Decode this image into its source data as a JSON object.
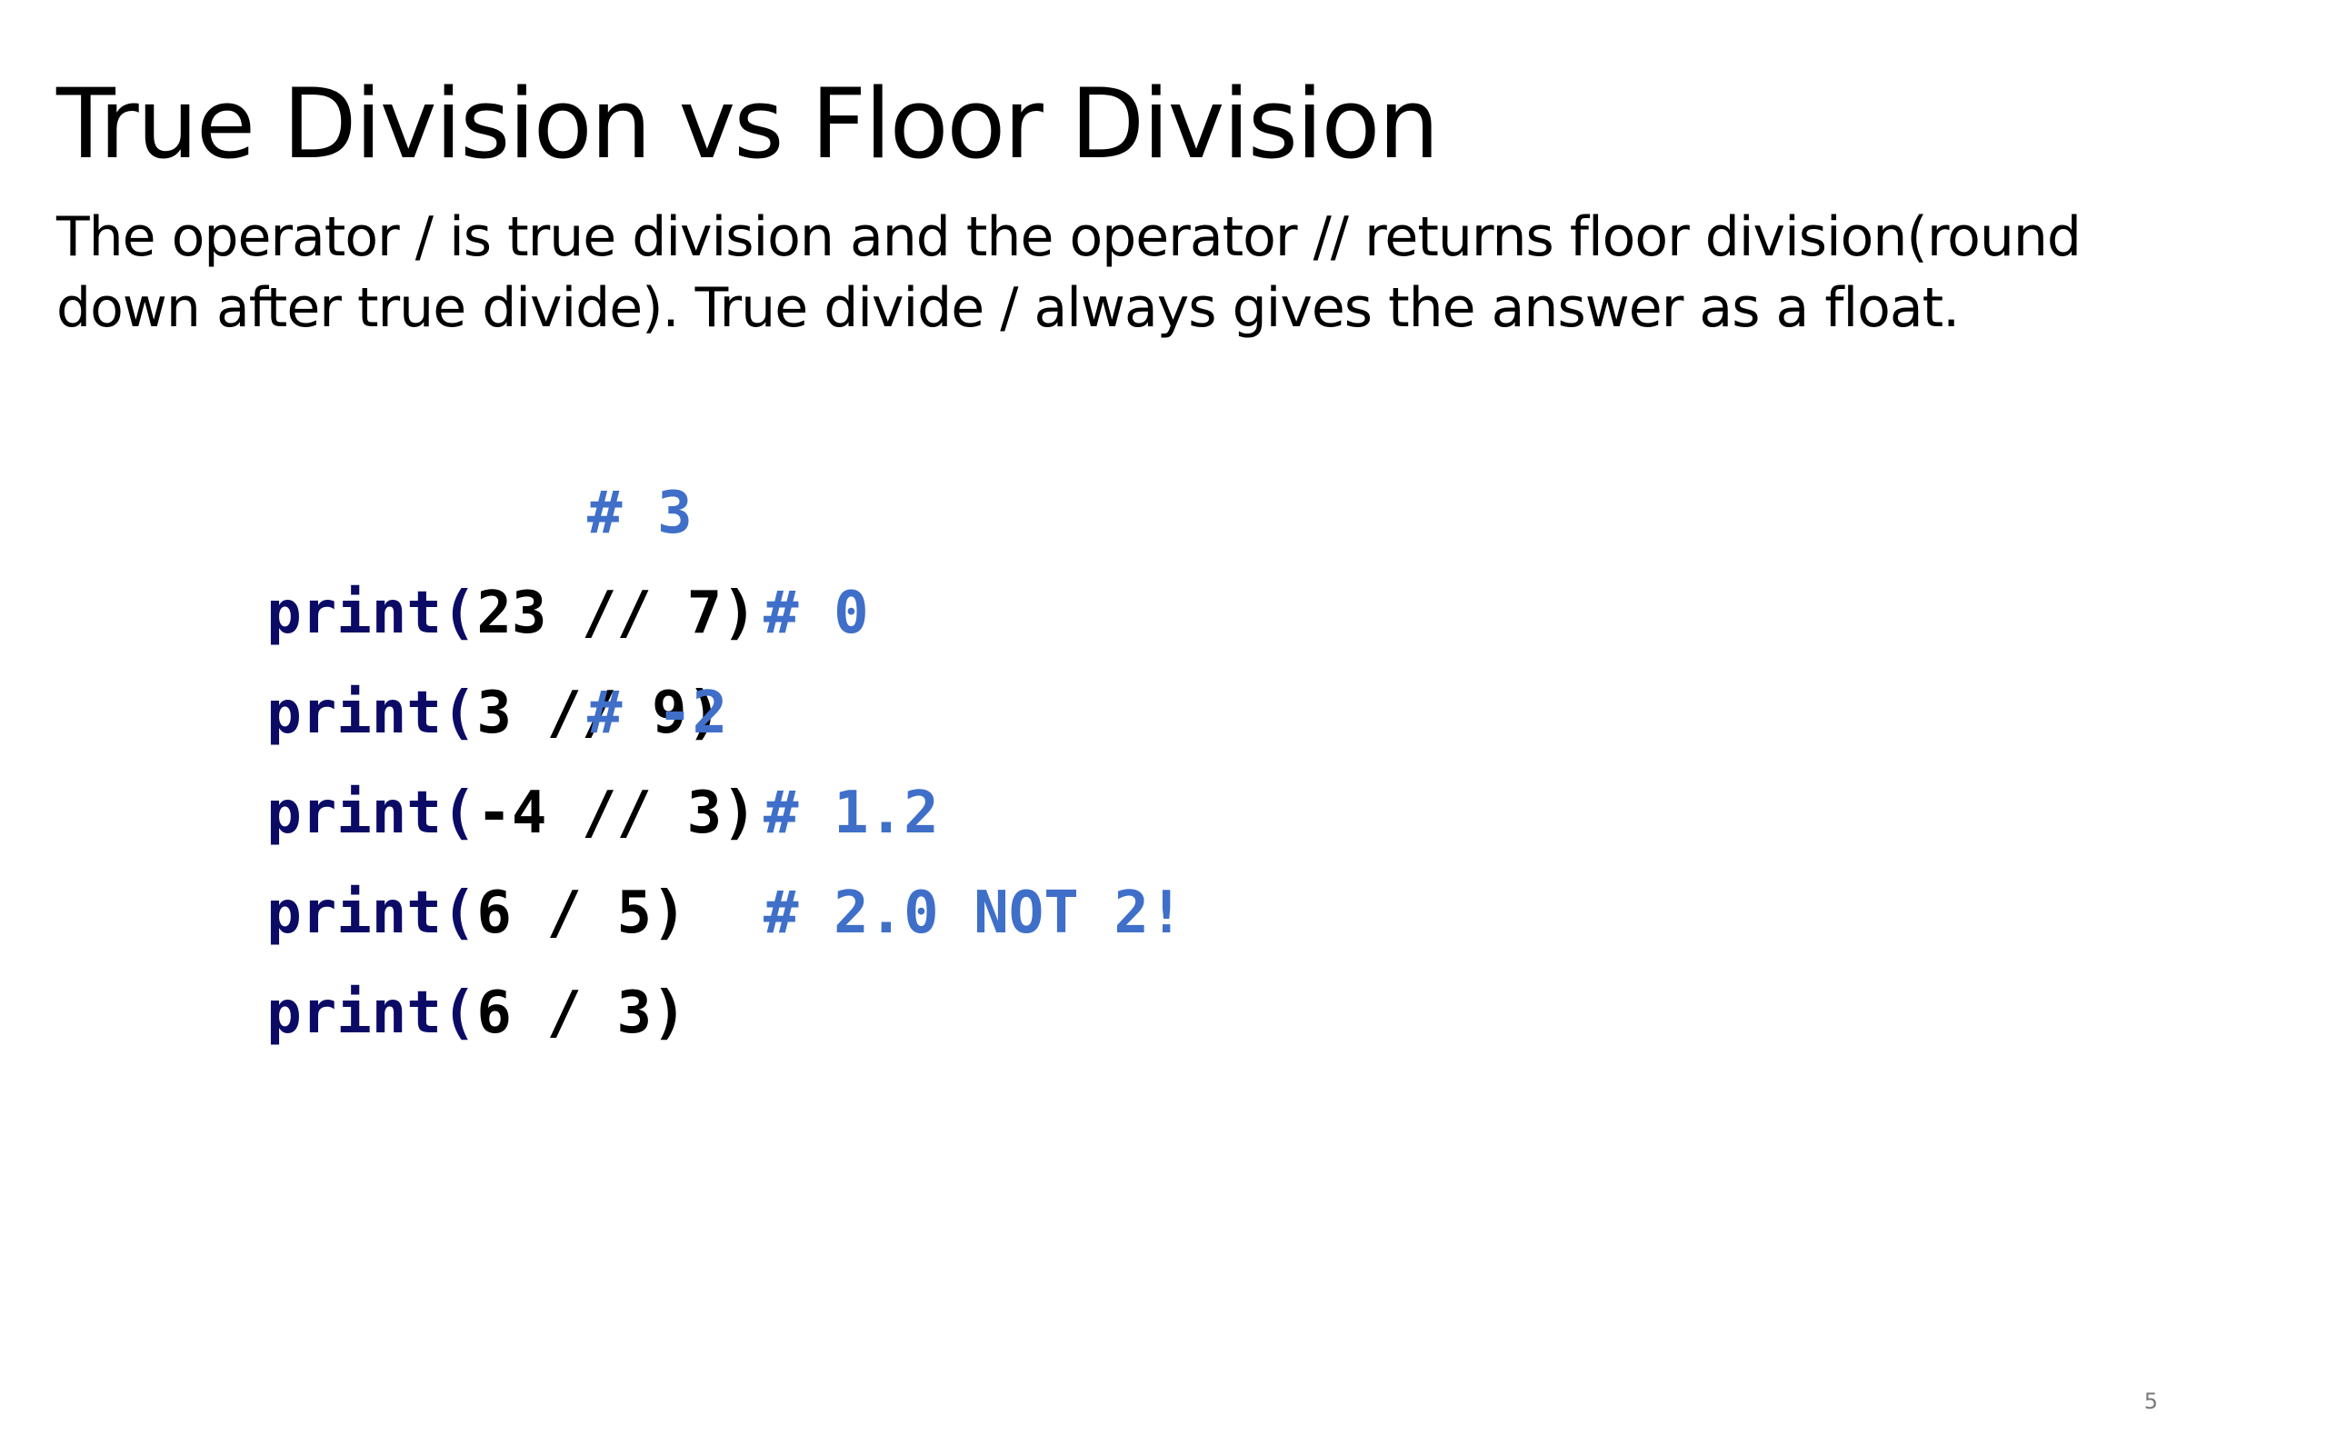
{
  "slide": {
    "title": "True Division vs Floor Division",
    "body": "The operator / is true division and the operator // returns floor division(round down after true divide). True divide / always gives the answer as a float.",
    "page_number": "5"
  },
  "code": {
    "lines": [
      {
        "fn": "print(",
        "args": "23 // 7)",
        "comment": "# 3"
      },
      {
        "fn": "print(",
        "args": "3 // 9)",
        "comment": "# 0"
      },
      {
        "fn": "print(",
        "args": "-4 // 3)",
        "comment": "# -2"
      },
      {
        "fn": "print(",
        "args": "6 / 5)",
        "comment": "# 1.2"
      },
      {
        "fn": "print(",
        "args": "6 / 3)",
        "comment": "# 2.0 NOT 2!"
      }
    ]
  },
  "colors": {
    "keyword": "#0b0b66",
    "comment": "#3f6fc8",
    "text": "#000000"
  }
}
